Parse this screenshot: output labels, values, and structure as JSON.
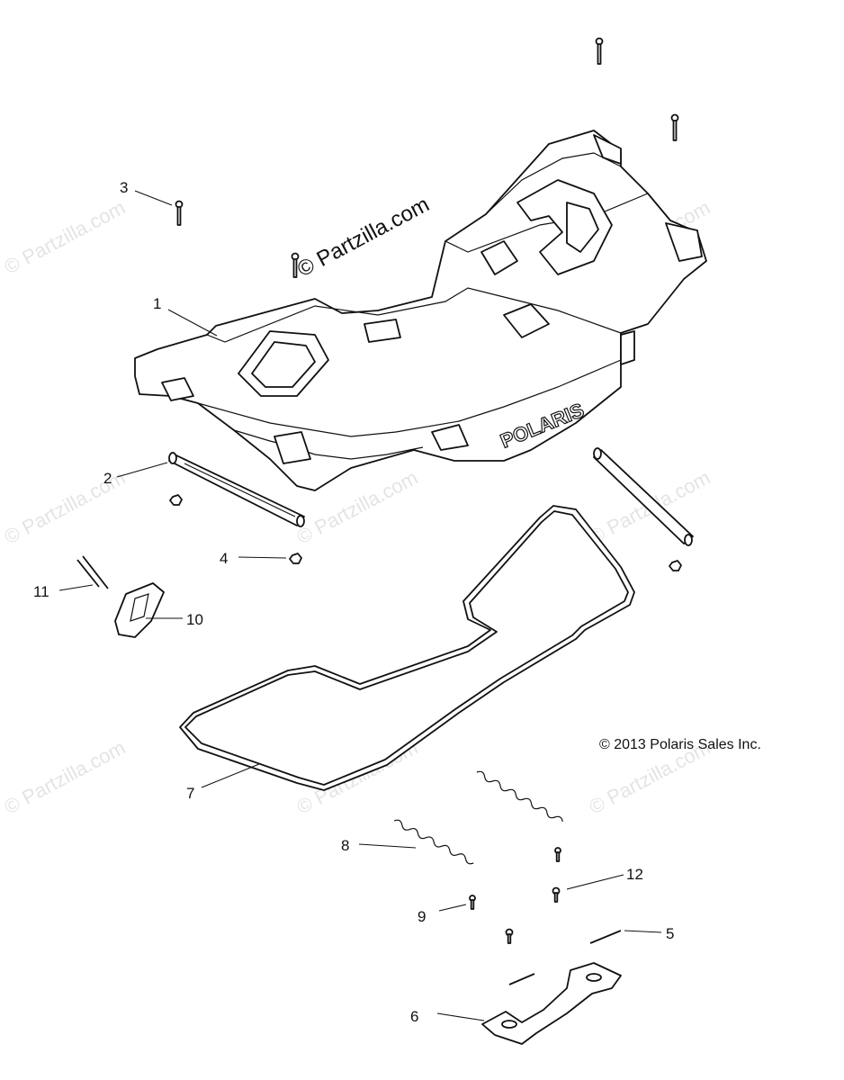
{
  "watermark": "© Partzilla.com",
  "brand_logo_text": "POLARIS",
  "copyright": "© 2013 Polaris Sales Inc.",
  "callouts": [
    {
      "number": "1"
    },
    {
      "number": "2"
    },
    {
      "number": "3"
    },
    {
      "number": "4"
    },
    {
      "number": "5"
    },
    {
      "number": "6"
    },
    {
      "number": "7"
    },
    {
      "number": "8"
    },
    {
      "number": "9"
    },
    {
      "number": "10"
    },
    {
      "number": "11"
    },
    {
      "number": "12"
    }
  ]
}
